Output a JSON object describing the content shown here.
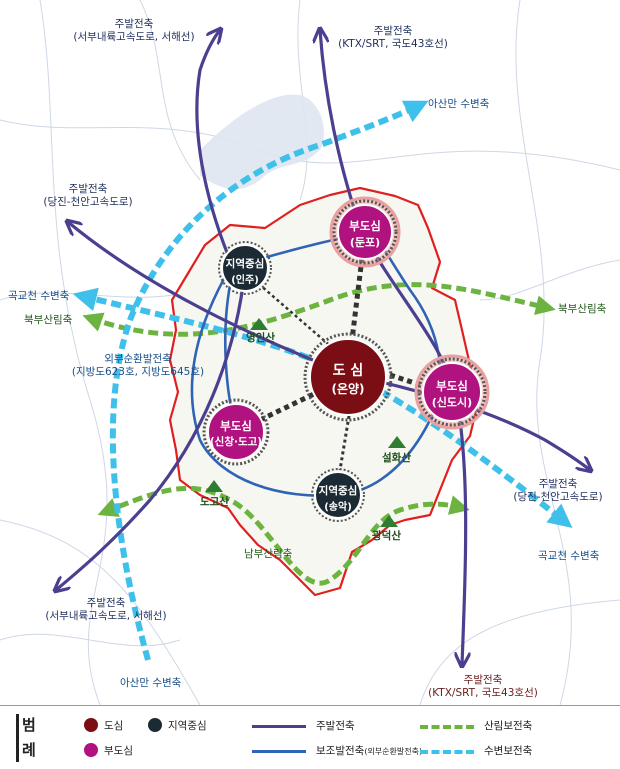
{
  "nodes": {
    "center": {
      "title": "도 심",
      "sub": "(온양)"
    },
    "dunpo": {
      "title": "부도심",
      "sub": "(둔포)"
    },
    "sindosi": {
      "title": "부도심",
      "sub": "(신도시)"
    },
    "sinchang": {
      "title": "부도심",
      "sub": "(신창·도고)"
    },
    "inju": {
      "title": "지역중심",
      "sub": "(인주)"
    },
    "songak": {
      "title": "지역중심",
      "sub": "(송악)"
    }
  },
  "labels": {
    "nw_main": {
      "title": "주발전축",
      "sub": "(서부내륙고속도로, 서해선)"
    },
    "n_main": {
      "title": "주발전축",
      "sub": "(KTX/SRT, 국도43호선)"
    },
    "asan_bay_top": "아산만 수변축",
    "w_main": {
      "title": "주발전축",
      "sub": "(당진-천안고속도로)"
    },
    "gokgyo_left": "곡교천 수변축",
    "north_forest_left": "북부산림축",
    "north_forest_right": "북부산림축",
    "outer_ring": {
      "title": "외부순환발전축",
      "sub": "(지방도623호, 지방도645호)"
    },
    "e_main": {
      "title": "주발전축",
      "sub": "(당진-천안고속도로)"
    },
    "gokgyo_right": "곡교천 수변축",
    "south_forest": "남부산림축",
    "sw_main": {
      "title": "주발전축",
      "sub": "(서부내륙고속도로, 서해선)"
    },
    "asan_bay_bottom": "아산만 수변축",
    "s_main": {
      "title": "주발전축",
      "sub": "(KTX/SRT, 국도43호선)"
    }
  },
  "mountains": {
    "yeongin": "영인산",
    "seolhwa": "설화산",
    "dogo": "도고산",
    "gwangdeok": "광덕산"
  },
  "legend": {
    "title_1": "범",
    "title_2": "례",
    "downtown": "도심",
    "regional_center": "지역중심",
    "sub_center": "부도심",
    "main_axis": "주발전축",
    "aux_axis": "보조발전축",
    "aux_axis_note": "(외부순환발전축)",
    "forest_axis": "산림보전축",
    "water_axis": "수변보전축"
  },
  "colors": {
    "main_axis": "#4b3f8f",
    "aux_axis": "#2f63b5",
    "forest_axis": "#6cb33f",
    "water_axis": "#3ec0ea",
    "downtown": "#7a0e14",
    "sub_center": "#b0127f",
    "regional_center": "#1c2b33",
    "boundary": "#e02020"
  }
}
